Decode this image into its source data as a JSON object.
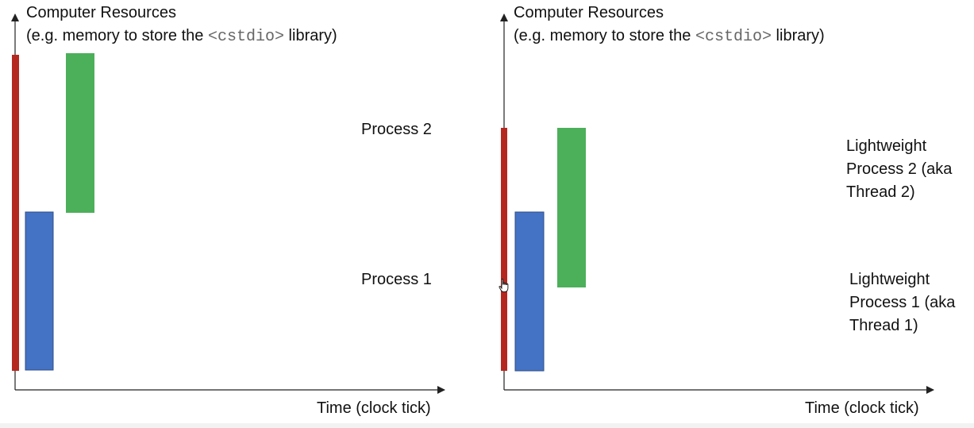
{
  "left_panel": {
    "y_axis_title": "Computer Resources",
    "y_axis_subtitle_pre": "(e.g. memory to store the ",
    "y_axis_subtitle_code": "<cstdio>",
    "y_axis_subtitle_post": " library)",
    "x_axis_title": "Time (clock tick)",
    "process_2_label": "Process 2",
    "process_1_label": "Process 1"
  },
  "right_panel": {
    "y_axis_title": "Computer Resources",
    "y_axis_subtitle_pre": "(e.g. memory to store the ",
    "y_axis_subtitle_code": "<cstdio>",
    "y_axis_subtitle_post": " library)",
    "x_axis_title": "Time (clock tick)",
    "thread_2_label_lines": [
      "Lightweight",
      "Process 2 (aka",
      "Thread 2)"
    ],
    "thread_1_label_lines": [
      "Lightweight",
      "Process 1 (aka",
      "Thread 1)"
    ]
  },
  "colors": {
    "shared_resource": "#b5281f",
    "process_1": "#4472c4",
    "process_2": "#4caf5a",
    "axis": "#222222"
  },
  "icons": [
    "hand-pointer-cursor-icon"
  ]
}
